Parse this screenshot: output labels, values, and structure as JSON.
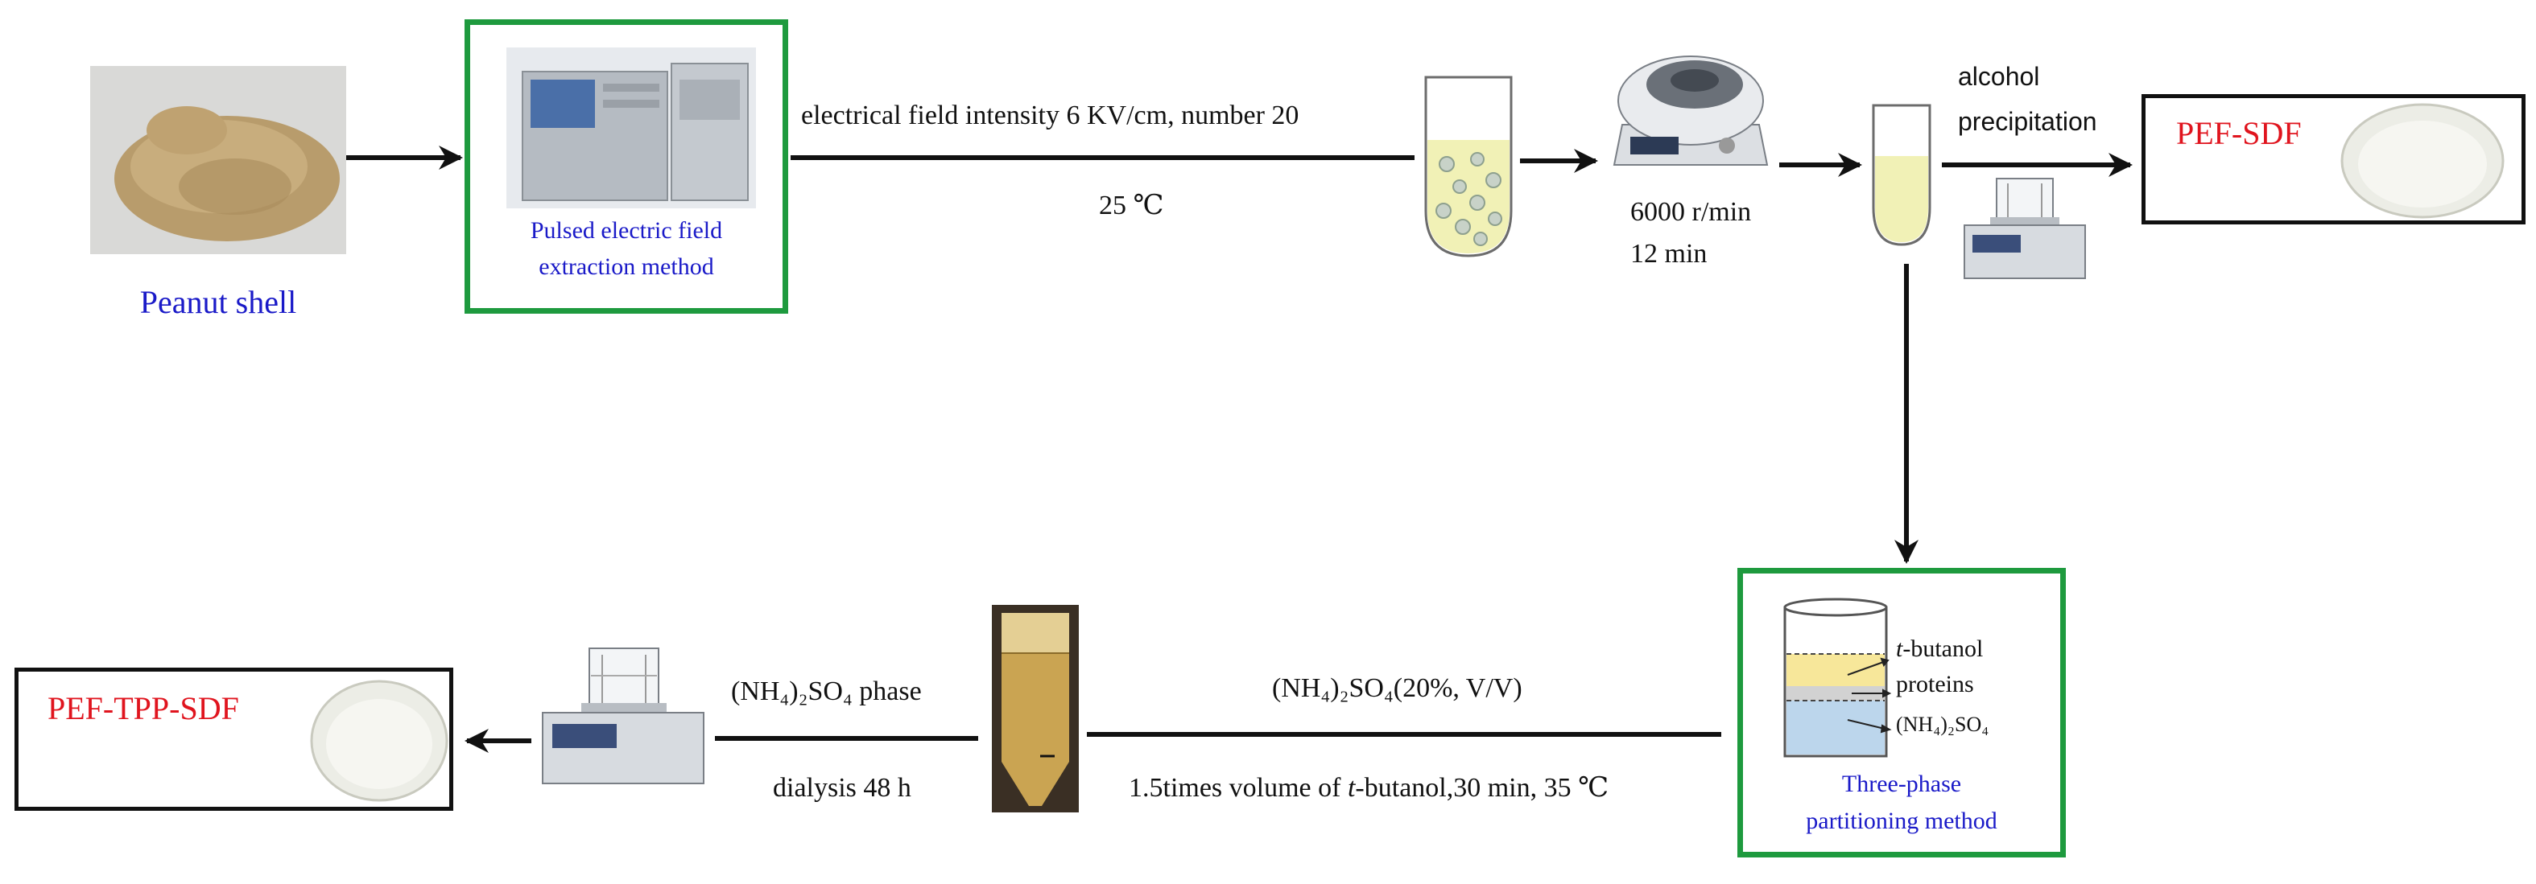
{
  "nodes": {
    "peanut_shell": {
      "label": "Peanut shell"
    },
    "pef_box": {
      "label_line1": "Pulsed electric field",
      "label_line2": "extraction method"
    },
    "centrifuge": {
      "line1": "6000 r/min",
      "line2": "12 min"
    },
    "alcohol": {
      "line1": "alcohol",
      "line2": "precipitation"
    },
    "pef_sdf": {
      "label": "PEF-SDF"
    },
    "tpp_box": {
      "layer_top": "-butanol",
      "layer_top_italic": "t",
      "layer_mid": "proteins",
      "layer_bottom": "(NH₄)₂SO₄",
      "label_line1": "Three-phase",
      "label_line2": "partitioning method"
    },
    "pef_tpp_sdf": {
      "label": "PEF-TPP-SDF"
    }
  },
  "edges": {
    "pef_to_tube": {
      "top": "electrical field intensity 6 KV/cm, number 20",
      "bottom": "25 ℃"
    },
    "tpp_to_tube": {
      "top": "(NH₄)₂SO₄(20%, V/V)",
      "bottom_pre": "1.5times volume of ",
      "bottom_italic": "t",
      "bottom_post": "-butanol,30 min, 35 ℃"
    },
    "tube_to_dryer": {
      "top": "(NH₄)₂SO₄ phase",
      "bottom": "dialysis 48 h"
    }
  },
  "colors": {
    "box_green": "#1e9a3e",
    "title_blue": "#1a1ac8",
    "product_red": "#e0141e"
  }
}
